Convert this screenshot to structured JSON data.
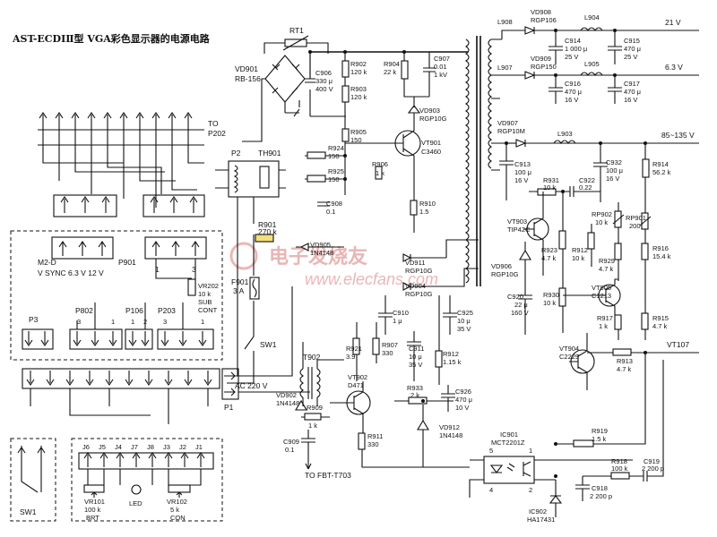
{
  "title": "AST-ECDIⅡ型 VGA彩色显示器的电源电路",
  "watermark": {
    "cn": "电子发烧友",
    "en": "www.elecfans.com"
  },
  "connectors": {
    "to_p202": "TO",
    "p202": "P202",
    "p2": "P2",
    "th901": "TH901",
    "m2d": "M2-D",
    "vsync": "V SYNC 6.3 V 12 V",
    "p901": "P901",
    "p3": "P3",
    "p802": "P802",
    "p106": "P106",
    "p203": "P203",
    "vr202": "VR202",
    "vr202_val": "10 k",
    "sub": "SUB",
    "cont": "CONT",
    "pin1": "1",
    "pin2": "2",
    "pin3": "3",
    "sw1": "SW1",
    "sw1b": "SW1",
    "ac220": "AC 220 V",
    "p1": "P1",
    "j6": "J6",
    "j5": "J5",
    "j4": "J4",
    "j7": "J7",
    "j8": "J8",
    "j3": "J3",
    "j2": "J2",
    "j1": "J1",
    "vr101": "VR101",
    "vr101_val": "100 k",
    "brt": "BRT",
    "led": "LED",
    "vr102": "VR102",
    "vr102_val": "5 k",
    "con": "CON"
  },
  "components": {
    "rt1": "RT1",
    "vd901": "VD901",
    "rb156": "RB-156",
    "c906": "C906",
    "c906_v": "330 μ",
    "c906_vv": "400 V",
    "r902": "R902",
    "r902_v": "120 k",
    "r903": "R903",
    "r903_v": "120 k",
    "r904": "R904",
    "r904_v": "22 k",
    "c907": "C907",
    "c907_v": "0.01",
    "c907_vv": "1 kV",
    "vd903": "VD903",
    "vd903_t": "RGP10G",
    "r905": "R905",
    "r905_v": "150",
    "r924": "R924",
    "r924_v": "150",
    "r925": "R925",
    "r925_v": "150",
    "vt901": "VT901",
    "vt901_t": "C3460",
    "r906": "R906",
    "r906_v": "1 k",
    "c908": "C908",
    "c908_v": "0.1",
    "r910": "R910",
    "r910_v": "1.5",
    "r901": "R901",
    "r901_v": "270 k",
    "vd905": "VD905",
    "vd905_t": "1N4148",
    "f901": "F901",
    "f901_v": "3 A",
    "vd911": "VD911",
    "vd911_t": "RGP10G",
    "vd904": "VD904",
    "vd904_t": "RGP10G",
    "c910": "C910",
    "c910_v": "1 μ",
    "c925": "C925",
    "c925_v": "10 μ",
    "c925_vv": "35 V",
    "r921": "R921",
    "r921_v": "3.9",
    "r907": "R907",
    "r907_v": "330",
    "c911": "C911",
    "c911_v": "10 μ",
    "c911_vv": "35 V",
    "r912": "R912",
    "r912_v": "1.15 k",
    "t902": "T902",
    "vt902": "VT902",
    "vt902_t": "D471",
    "r933": "R933",
    "r933_v": "2 k",
    "c926": "C926",
    "c926_v": "470 μ",
    "c926_vv": "10 V",
    "vd902": "VD902",
    "vd902_t": "1N4148",
    "r909": "R909",
    "r909_v": "1 k",
    "vd912": "VD912",
    "vd912_t": "1N4148",
    "r911": "R911",
    "r911_v": "330",
    "c909": "C909",
    "c909_v": "0.1",
    "to_fbt": "TO FBT-T703",
    "ic901": "IC901",
    "ic901_t": "MCT2201Z",
    "ic902": "IC902",
    "ic902_t": "HA17431",
    "vd908": "VD908",
    "vd908_t": "RGP106",
    "l904": "L904",
    "l908": "L908",
    "c914": "C914",
    "c914_v": "1 000 μ",
    "c914_vv": "25 V",
    "c915": "C915",
    "c915_v": "470 μ",
    "c915_vv": "25 V",
    "out21": "21 V",
    "vd909": "VD909",
    "vd909_t": "RGP150",
    "l907": "L907",
    "l905": "L905",
    "c916": "C916",
    "c916_v": "470 μ",
    "c916_vv": "16 V",
    "c917": "C917",
    "c917_v": "470 μ",
    "c917_vv": "16 V",
    "out63": "6.3 V",
    "vd907": "VD907",
    "vd907_t": "RGP10M",
    "l903": "L903",
    "out85": "85~135 V",
    "c913": "C913",
    "c913_v": "100 μ",
    "c913_vv": "16 V",
    "r931": "R931",
    "r931_v": "10 k",
    "c922": "C922",
    "c922_v": "0.22",
    "c932": "C932",
    "c932_v": "100 μ",
    "c932_vv": "16 V",
    "r914": "R914",
    "r914_v": "56.2 k",
    "vt903": "VT903",
    "vt903_t": "TIP42C",
    "rp902": "RP902",
    "rp902_v": "10 k",
    "rp901": "RP901",
    "rp901_v": "200",
    "r923": "R923",
    "r923_v": "4.7 k",
    "r912b": "R912",
    "r912b_v": "10 k",
    "r929": "R929",
    "r929_v": "4.7 k",
    "r916": "R916",
    "r916_v": "15.4 k",
    "vd906": "VD906",
    "vd906_t": "RGP10G",
    "c920": "C920",
    "c920_v": "22 μ",
    "c920_vv": "160 V",
    "r930": "R930",
    "r930_v": "10 k",
    "vt905": "VT905",
    "vt905_t": "C1213",
    "r917": "R917",
    "r917_v": "1 k",
    "r915": "R915",
    "r915_v": "4.7 k",
    "vt904": "VT904",
    "vt904_t": "C2229",
    "r913": "R913",
    "r913_v": "4.7 k",
    "vt107": "VT107",
    "r919": "R919",
    "r919_v": "1.5 k",
    "r918": "R918",
    "r918_v": "100 k",
    "c919": "C919",
    "c919_v": "2 200 p",
    "c918": "C918",
    "c918_v": "2 200 p",
    "ic_pin5": "5",
    "ic_pin4": "4",
    "ic_pin1": "1",
    "ic_pin2": "2"
  }
}
